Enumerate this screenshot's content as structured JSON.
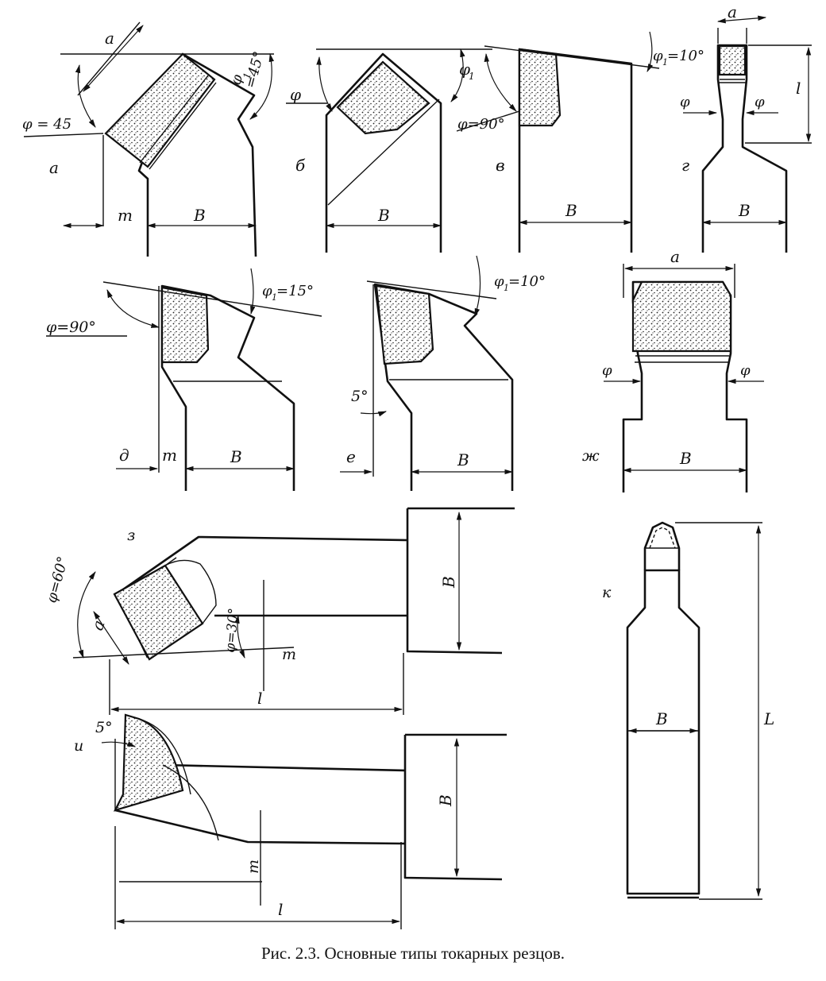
{
  "caption": "Рис. 2.3. Основные типы токарных резцов.",
  "labels": {
    "a": "а",
    "b": "б",
    "v": "в",
    "g": "г",
    "d": "д",
    "e": "е",
    "zh": "ж",
    "z": "з",
    "i": "и",
    "k": "к"
  },
  "dims": {
    "a": "a",
    "B": "B",
    "m": "m",
    "l": "l",
    "L": "L",
    "phi": "φ",
    "phi1": "φ",
    "phi1_sub": "1",
    "a_phi": "φ = 45",
    "a_phi1": "φ",
    "a_phi1_val": "=45°",
    "v_phi": "φ=90°",
    "v_phi1_val": "=10°",
    "d_phi": "φ=90°",
    "d_phi1_val": "=15°",
    "e_phi1_val": "=10°",
    "e_angle": "5°",
    "z_phi": "φ=60°",
    "z_phi_m": "φ=30°",
    "i_angle": "5°"
  },
  "icons": {
    "insert": "stippled-carbide-insert",
    "arrow": "dimension-arrow"
  }
}
